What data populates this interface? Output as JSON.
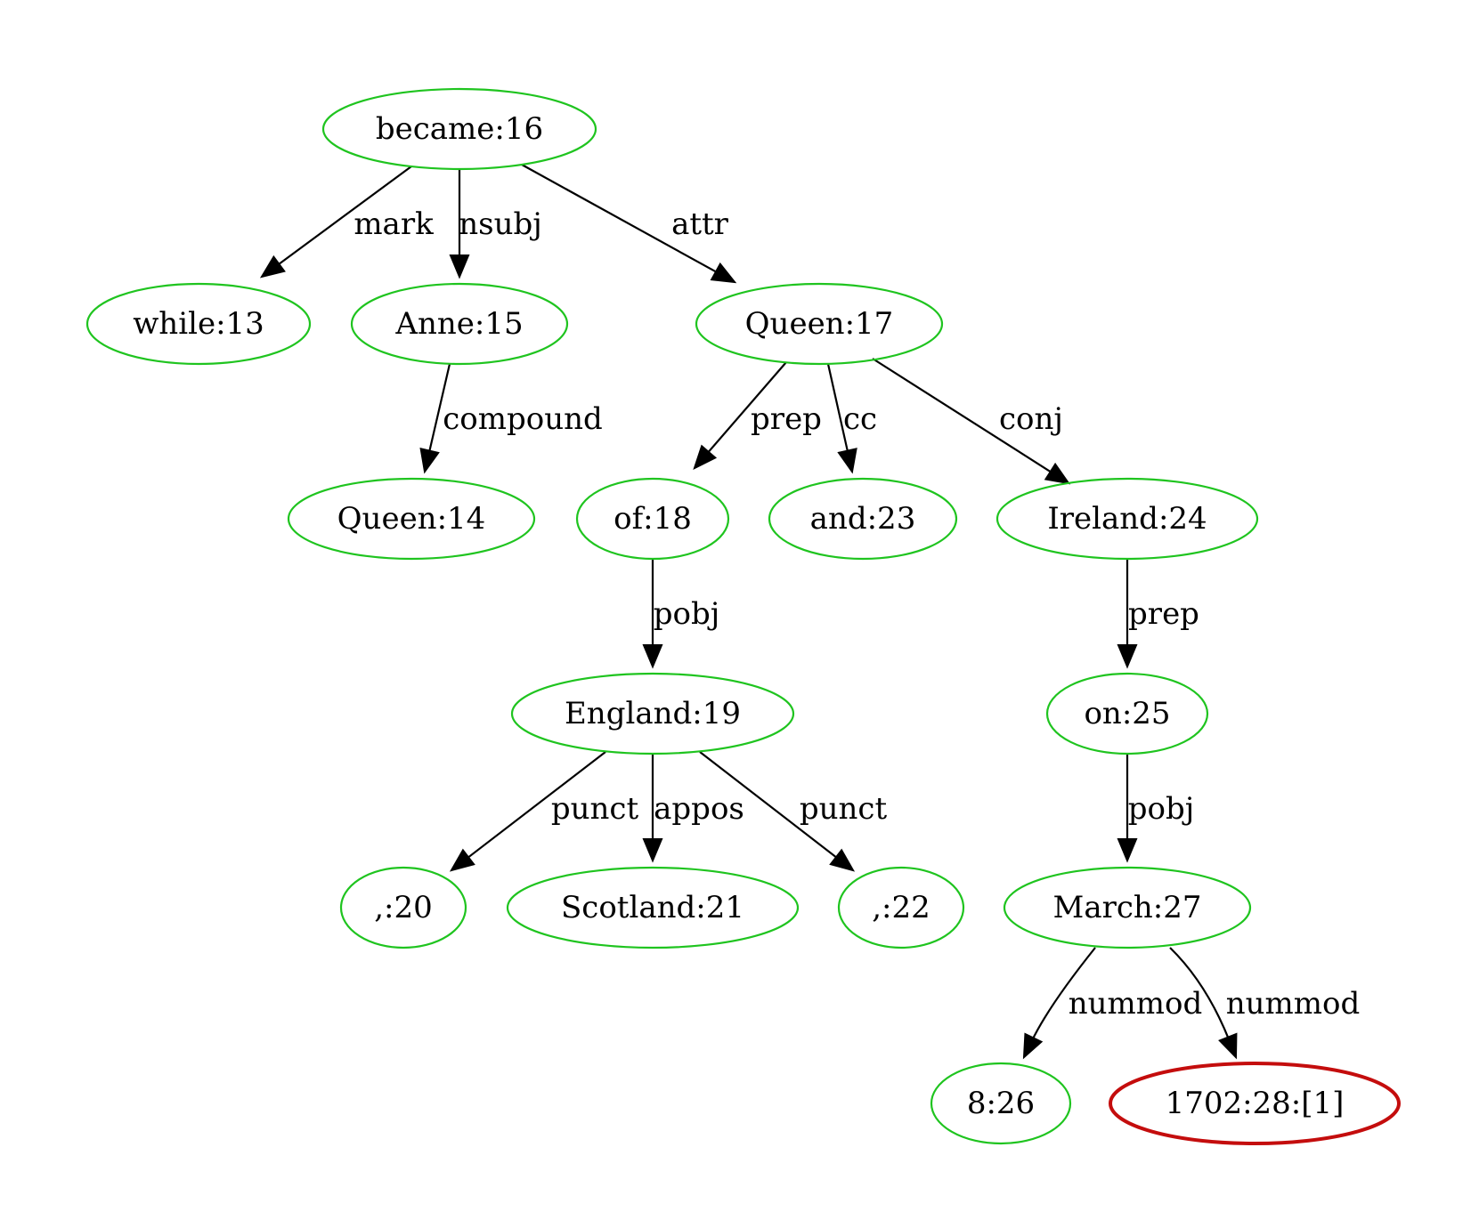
{
  "colors": {
    "node_stroke": "#1fc41f",
    "highlight_stroke": "#c40d0d",
    "edge": "#000000",
    "text": "#000000"
  },
  "nodes": [
    {
      "id": "became16",
      "label": "became:16"
    },
    {
      "id": "while13",
      "label": "while:13"
    },
    {
      "id": "anne15",
      "label": "Anne:15"
    },
    {
      "id": "queen17",
      "label": "Queen:17"
    },
    {
      "id": "queen14",
      "label": "Queen:14"
    },
    {
      "id": "of18",
      "label": "of:18"
    },
    {
      "id": "and23",
      "label": "and:23"
    },
    {
      "id": "ireland24",
      "label": "Ireland:24"
    },
    {
      "id": "england19",
      "label": "England:19"
    },
    {
      "id": "on25",
      "label": "on:25"
    },
    {
      "id": "comma20",
      "label": ",:20"
    },
    {
      "id": "scotland21",
      "label": "Scotland:21"
    },
    {
      "id": "comma22",
      "label": ",:22"
    },
    {
      "id": "march27",
      "label": "March:27"
    },
    {
      "id": "n8_26",
      "label": "8:26"
    },
    {
      "id": "n1702_28",
      "label": "1702:28:[1]",
      "highlight": true
    }
  ],
  "edges": [
    {
      "from": "became16",
      "to": "while13",
      "label": "mark"
    },
    {
      "from": "became16",
      "to": "anne15",
      "label": "nsubj"
    },
    {
      "from": "became16",
      "to": "queen17",
      "label": "attr"
    },
    {
      "from": "anne15",
      "to": "queen14",
      "label": "compound"
    },
    {
      "from": "queen17",
      "to": "of18",
      "label": "prep"
    },
    {
      "from": "queen17",
      "to": "and23",
      "label": "cc"
    },
    {
      "from": "queen17",
      "to": "ireland24",
      "label": "conj"
    },
    {
      "from": "of18",
      "to": "england19",
      "label": "pobj"
    },
    {
      "from": "ireland24",
      "to": "on25",
      "label": "prep"
    },
    {
      "from": "england19",
      "to": "comma20",
      "label": "punct"
    },
    {
      "from": "england19",
      "to": "scotland21",
      "label": "appos"
    },
    {
      "from": "england19",
      "to": "comma22",
      "label": "punct"
    },
    {
      "from": "on25",
      "to": "march27",
      "label": "pobj"
    },
    {
      "from": "march27",
      "to": "n8_26",
      "label": "nummod"
    },
    {
      "from": "march27",
      "to": "n1702_28",
      "label": "nummod"
    }
  ]
}
